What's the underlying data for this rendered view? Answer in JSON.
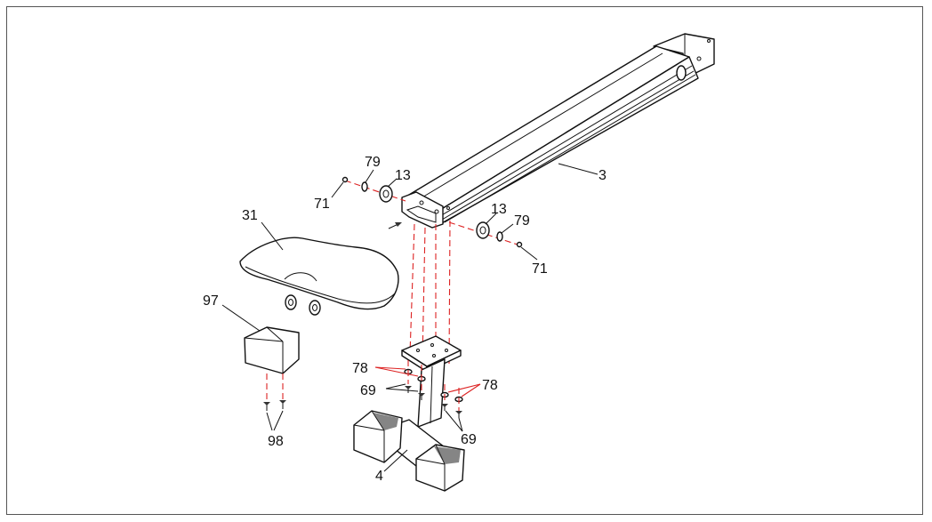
{
  "labels": {
    "p3": "3",
    "p4": "4",
    "p13a": "13",
    "p13b": "13",
    "p31": "31",
    "p69a": "69",
    "p69b": "69",
    "p71a": "71",
    "p71b": "71",
    "p78a": "78",
    "p78b": "78",
    "p79a": "79",
    "p79b": "79",
    "p97": "97",
    "p98": "98"
  }
}
